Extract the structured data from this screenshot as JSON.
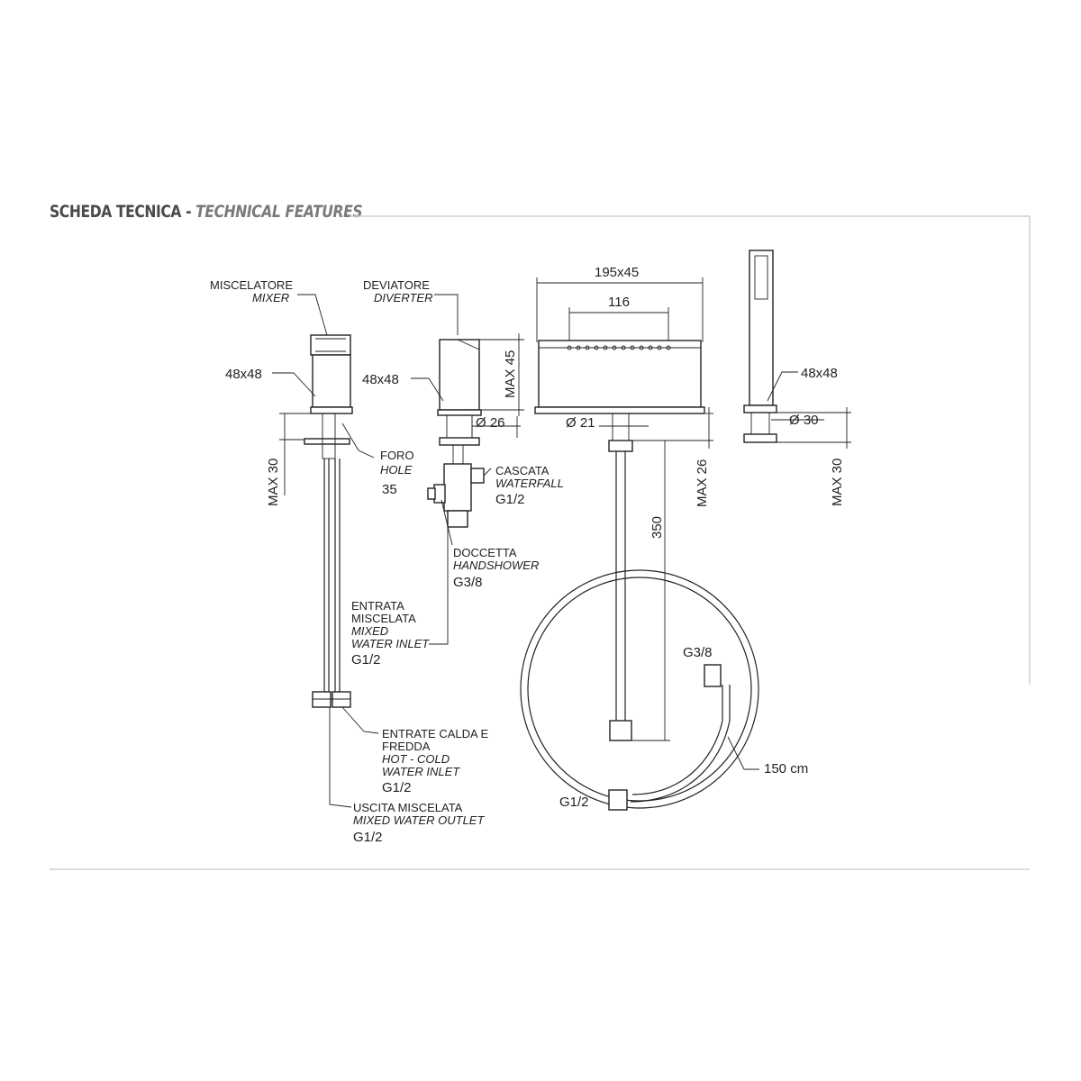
{
  "header": {
    "title_main": "SCHEDA TECNICA",
    "separator": " - ",
    "title_en": "TECHNICAL FEATURES"
  },
  "labels": {
    "miscelatore": "MISCELATORE",
    "mixer": "MIXER",
    "mixer_size": "48x48",
    "max30_left": "MAX 30",
    "foro": "FORO",
    "hole": "HOLE",
    "hole_value": "35",
    "deviatore": "DEVIATORE",
    "diverter": "DIVERTER",
    "diverter_size": "48x48",
    "max45": "MAX 45",
    "d26": "Ø 26",
    "cascata": "CASCATA",
    "waterfall": "WATERFALL",
    "cascata_thread": "G1/2",
    "doccetta": "DOCCETTA",
    "handshower": "HANDSHOWER",
    "handshower_thread": "G3/8",
    "entrata_1": "ENTRATA",
    "entrata_2": "MISCELATA",
    "mixed_1": "MIXED",
    "mixed_2": "WATER INLET",
    "entrata_thread": "G1/2",
    "calda_1": "ENTRATE CALDA E",
    "calda_2": "FREDDA",
    "hot_1": "HOT - COLD",
    "hot_2": "WATER INLET",
    "calda_thread": "G1/2",
    "uscita": "USCITA MISCELATA",
    "outlet": "MIXED WATER OUTLET",
    "uscita_thread": "G1/2",
    "spout_size": "195x45",
    "spout_holes": "116",
    "d21": "Ø 21",
    "max26": "MAX 26",
    "hose_length_350": "350",
    "hose_g38": "G3/8",
    "hose_150": "150 cm",
    "hose_g12": "G1/2",
    "hs_size": "48x48",
    "d30": "Ø 30",
    "max30_right": "MAX 30"
  }
}
